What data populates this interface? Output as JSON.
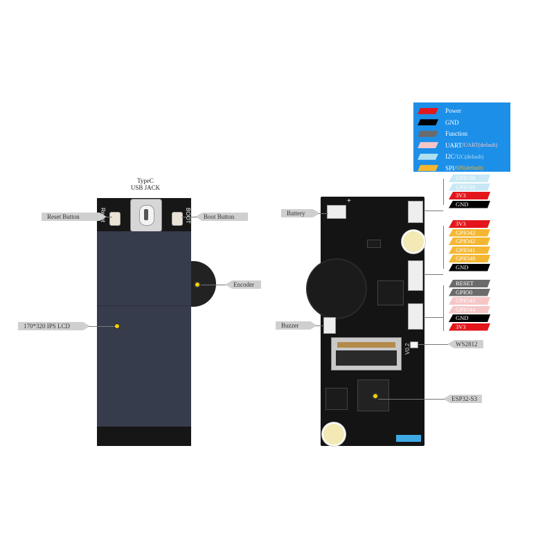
{
  "left_board": {
    "usb_label_line1": "TypeC",
    "usb_label_line2": "USB JACK",
    "reset_silk": "Reset",
    "boot_silk": "BOOT",
    "callouts": {
      "reset_button": "Reset Button",
      "boot_button": "Boot Button",
      "encoder": "Encoder",
      "lcd": "170*320 IPS LCD"
    }
  },
  "right_board": {
    "callouts": {
      "battery": "Battery",
      "buzzer": "Buzzer",
      "ws2812": "WS2812",
      "esp32": "ESP32-S3"
    },
    "silk_version": "V0.2",
    "silk_plus": "+"
  },
  "legend": [
    {
      "label": "Power",
      "alt": "",
      "color": "#e3161b"
    },
    {
      "label": "GND",
      "alt": "",
      "color": "#000000"
    },
    {
      "label": "Function",
      "alt": "",
      "color": "#6b6b6b"
    },
    {
      "label": "UART",
      "alt": "UART(default)",
      "color": "#f6c6c6"
    },
    {
      "label": "I2C",
      "alt": "I2C(default)",
      "color": "#aee0f2"
    },
    {
      "label": "SPI",
      "alt": "SPI(default)",
      "color": "#f5b731"
    }
  ],
  "legend_bg": "#1c8fe8",
  "pin_groups": {
    "group1": [
      {
        "label": "GPIO38",
        "color": "#c8e8f5"
      },
      {
        "label": "GPIO39",
        "color": "#c8e8f5"
      },
      {
        "label": "3V3",
        "color": "#e3161b"
      },
      {
        "label": "GND",
        "color": "#000000"
      }
    ],
    "group2": [
      {
        "label": "3V3",
        "color": "#e3161b"
      },
      {
        "label": "GPIO42",
        "color": "#f5b731"
      },
      {
        "label": "GPIO42",
        "color": "#f5b731"
      },
      {
        "label": "GPIO41",
        "color": "#f5b731"
      },
      {
        "label": "GPIO40",
        "color": "#f5b731"
      },
      {
        "label": "GND",
        "color": "#000000"
      }
    ],
    "group3": [
      {
        "label": "RESET",
        "color": "#6b6b6b"
      },
      {
        "label": "GPIO0",
        "color": "#6b6b6b"
      },
      {
        "label": "GPIO43",
        "color": "#f6c6c6"
      },
      {
        "label": "GPIO44",
        "color": "#f6c6c6"
      },
      {
        "label": "GND",
        "color": "#000000"
      },
      {
        "label": "3V3",
        "color": "#e3161b"
      }
    ]
  }
}
